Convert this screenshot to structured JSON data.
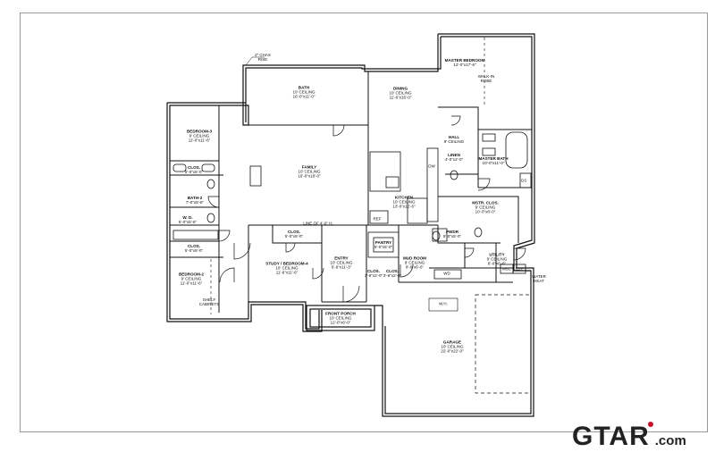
{
  "rooms": [
    {
      "id": "bedroom3",
      "name": "BEDROOM-3",
      "lines": [
        "9' CEILING",
        "11'-0\"x11'-6\""
      ]
    },
    {
      "id": "bath",
      "name": "BATH",
      "lines": [
        "10' CEILING",
        "16'-0\"x11'-0\""
      ]
    },
    {
      "id": "dining",
      "name": "DINING",
      "lines": [
        "10' CEILING",
        "11'-6\"x16'-0\""
      ]
    },
    {
      "id": "master",
      "name": "MASTER BEDROOM",
      "lines": [
        "12'-0\"x17'-6\""
      ]
    },
    {
      "id": "family",
      "name": "FAMILY",
      "lines": [
        "10' CEILING",
        "16'-0\"x18'-0\""
      ]
    },
    {
      "id": "clos1",
      "name": "CLOS.",
      "lines": [
        "5'-0\"x5'-0\""
      ]
    },
    {
      "id": "bath2",
      "name": "BATH-2",
      "lines": [
        "7'-0\"x5'-6\""
      ]
    },
    {
      "id": "wd",
      "name": "W. D.",
      "lines": [
        "5'-0\"x5'-6\""
      ]
    },
    {
      "id": "clos2",
      "name": "CLOS.",
      "lines": [
        "5'-0\"x5'-0\""
      ]
    },
    {
      "id": "bedroom2",
      "name": "BEDROOM-2",
      "lines": [
        "9' CEILING",
        "11'-0\"x11'-6\""
      ]
    },
    {
      "id": "kitchen",
      "name": "KITCHEN",
      "lines": [
        "10' CEILING",
        "13'-0\"x12'-6\""
      ]
    },
    {
      "id": "hall",
      "name": "HALL",
      "lines": [
        "9' CEILING"
      ]
    },
    {
      "id": "linen",
      "name": "LINEN",
      "lines": [
        "4'-0\"x2'-0\""
      ]
    },
    {
      "id": "masterbath",
      "name": "MASTER BATH",
      "lines": [
        "10'-0\"x11'-0\""
      ]
    },
    {
      "id": "mstrclos",
      "name": "MSTR. CLOS.",
      "lines": [
        "9' CEILING",
        "10'-0\"x8'-0\""
      ]
    },
    {
      "id": "clos3",
      "name": "CLOS.",
      "lines": [
        "5'-0\"x5'-0\""
      ]
    },
    {
      "id": "study",
      "name": "STUDY / BEDROOM-4",
      "lines": [
        "10' CEILING",
        "11'-6\"x11'-6\""
      ]
    },
    {
      "id": "entry",
      "name": "ENTRY",
      "lines": [
        "10' CEILING",
        "6'-6\"x11'-3\""
      ]
    },
    {
      "id": "pantry",
      "name": "PANTRY",
      "lines": [
        "5'-0\"x5'-0\""
      ]
    },
    {
      "id": "mudroom",
      "name": "MUD ROOM",
      "lines": [
        "9' CEILING",
        "8'-6\"x6'-6\""
      ]
    },
    {
      "id": "utility",
      "name": "UTILITY",
      "lines": [
        "9' CEILING",
        "8'-0\"x6'-6\""
      ]
    },
    {
      "id": "powder",
      "name": "PWDR",
      "lines": [
        "5'-0\"x5'-0\""
      ]
    },
    {
      "id": "clos4",
      "name": "CLOS.",
      "lines": [
        "3'-6\"x2'-0\""
      ]
    },
    {
      "id": "clos5",
      "name": "CLOS.",
      "lines": [
        "3'-6\"x2'-0\""
      ]
    },
    {
      "id": "frontporch",
      "name": "FRONT PORCH",
      "lines": [
        "10' CEILING",
        "12'-0\"x6'-0\""
      ]
    },
    {
      "id": "garage",
      "name": "GARAGE",
      "lines": [
        "10' CEILING",
        "22'-0\"x22'-0\""
      ]
    }
  ],
  "notes": {
    "chimney": "2\" CHAS\nRISE",
    "wardrobe": "WALK-IN\nROBE",
    "shelf": "SHELF\nCABINETS",
    "water_heater": "WATER\nHEAT",
    "line_label": "LINE OF 4'-0\" H.",
    "ref": "REF",
    "wh": "W.H.",
    "wd_box": "WD",
    "dw": "DW",
    "msc": "MSC",
    "ldy": "LDY",
    "gs": "GS"
  },
  "brand": {
    "logo_text": "GTAR",
    "domain": ".com",
    "accent_color": "#c8102e"
  }
}
